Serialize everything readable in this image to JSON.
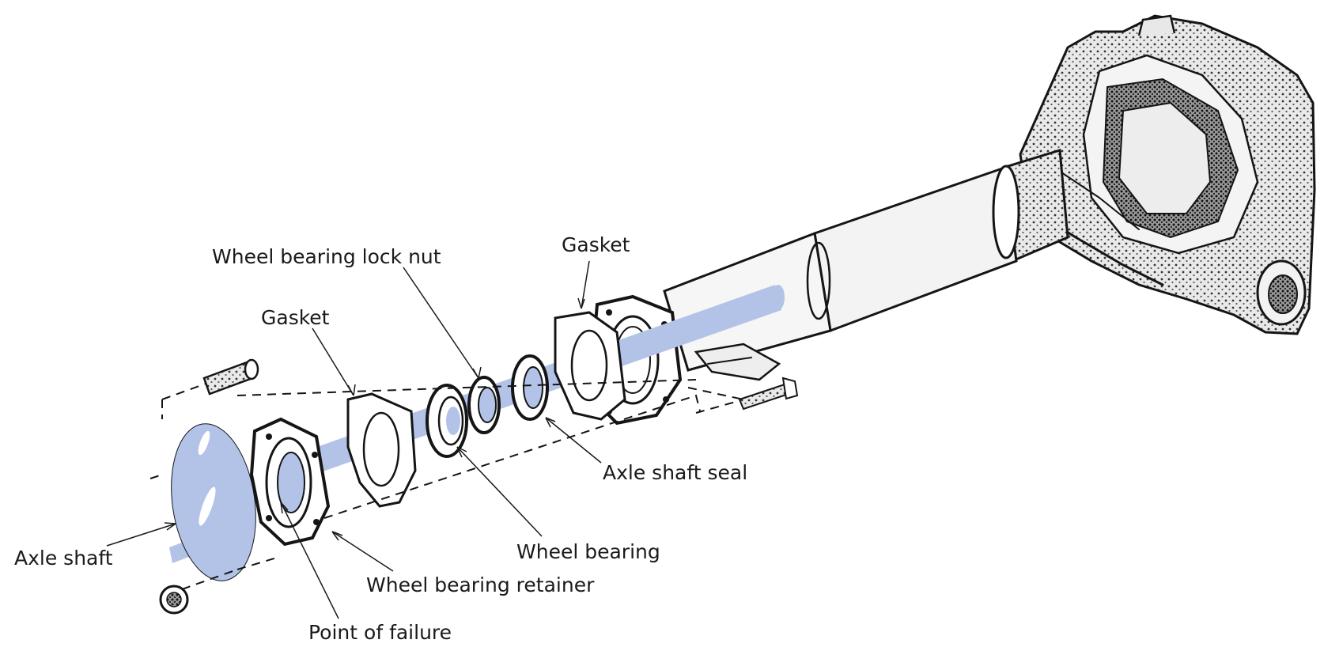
{
  "labels": {
    "wheel_bearing_lock_nut": "Wheel bearing lock nut",
    "gasket_top": "Gasket",
    "gasket_left": "Gasket",
    "axle_shaft_seal": "Axle shaft seal",
    "wheel_bearing": "Wheel bearing",
    "wheel_bearing_retainer": "Wheel bearing retainer",
    "axle_shaft": "Axle shaft",
    "point_of_failure": "Point of failure"
  },
  "colors": {
    "highlight": "#b3c3e8",
    "ink": "#151515"
  }
}
